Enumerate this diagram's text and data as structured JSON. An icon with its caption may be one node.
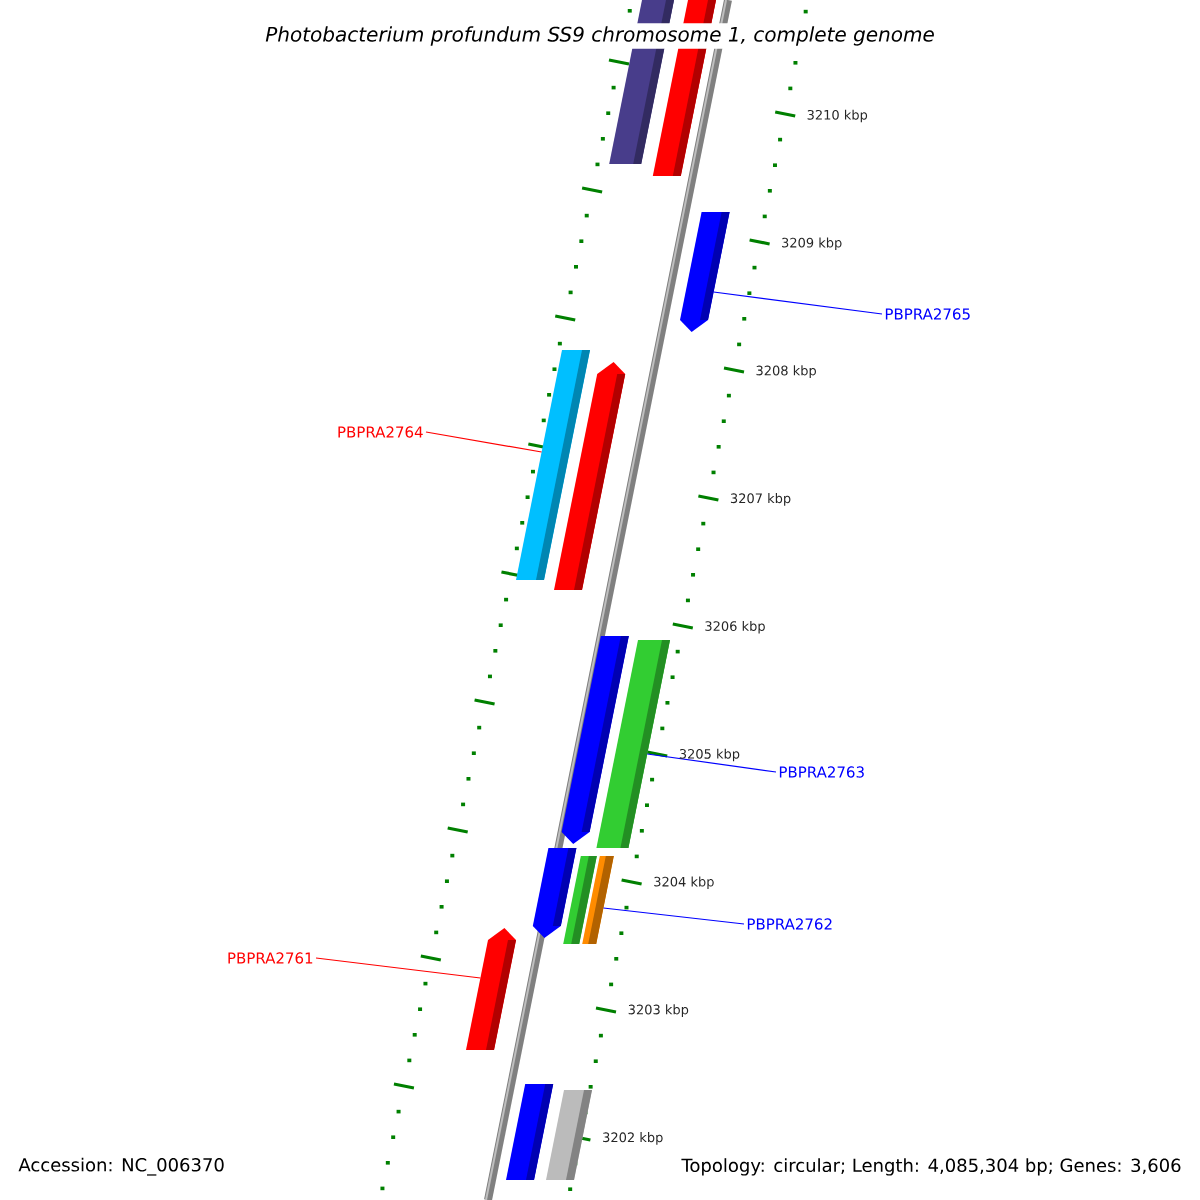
{
  "diagram": {
    "title": "Photobacterium profundum SS9 chromosome 1, complete genome",
    "nodes": [
      {
        "text": [
          "PBPRA2765"
        ]
      },
      {
        "text": [],
        "shape": "bar"
      },
      {
        "text": [
          "PBPRA2764"
        ]
      },
      {
        "text": [],
        "shape": "bar"
      },
      {
        "text": [
          "PBPRA2763"
        ]
      },
      {
        "text": [],
        "shape": "bar"
      },
      {
        "text": [
          "PBPRA2762"
        ]
      },
      {
        "text": [],
        "shape": "bar"
      },
      {
        "text": [
          "PBPRA2761"
        ]
      },
      {
        "text": [],
        "shape": "bar"
      }
    ],
    "edges": [
      {
        "from": 0,
        "to": 1,
        "arrow": "none"
      },
      {
        "from": 2,
        "to": 3,
        "arrow": "none",
        "color": "#ff0000"
      },
      {
        "from": 4,
        "to": 5,
        "arrow": "none"
      },
      {
        "from": 6,
        "to": 7,
        "arrow": "none"
      },
      {
        "from": 8,
        "to": 9,
        "arrow": "none",
        "color": "#ff0000"
      }
    ],
    "labels": [
      "3210 kbp",
      "3209 kbp",
      "3208 kbp",
      "3207 kbp",
      "3206 kbp",
      "3205 kbp",
      "3204 kbp",
      "3203 kbp",
      "3202 kbp",
      "Accession: NC_006370",
      "Topology: circular; Length: 4,085,304 bp; Genes: 3,606"
    ]
  }
}
